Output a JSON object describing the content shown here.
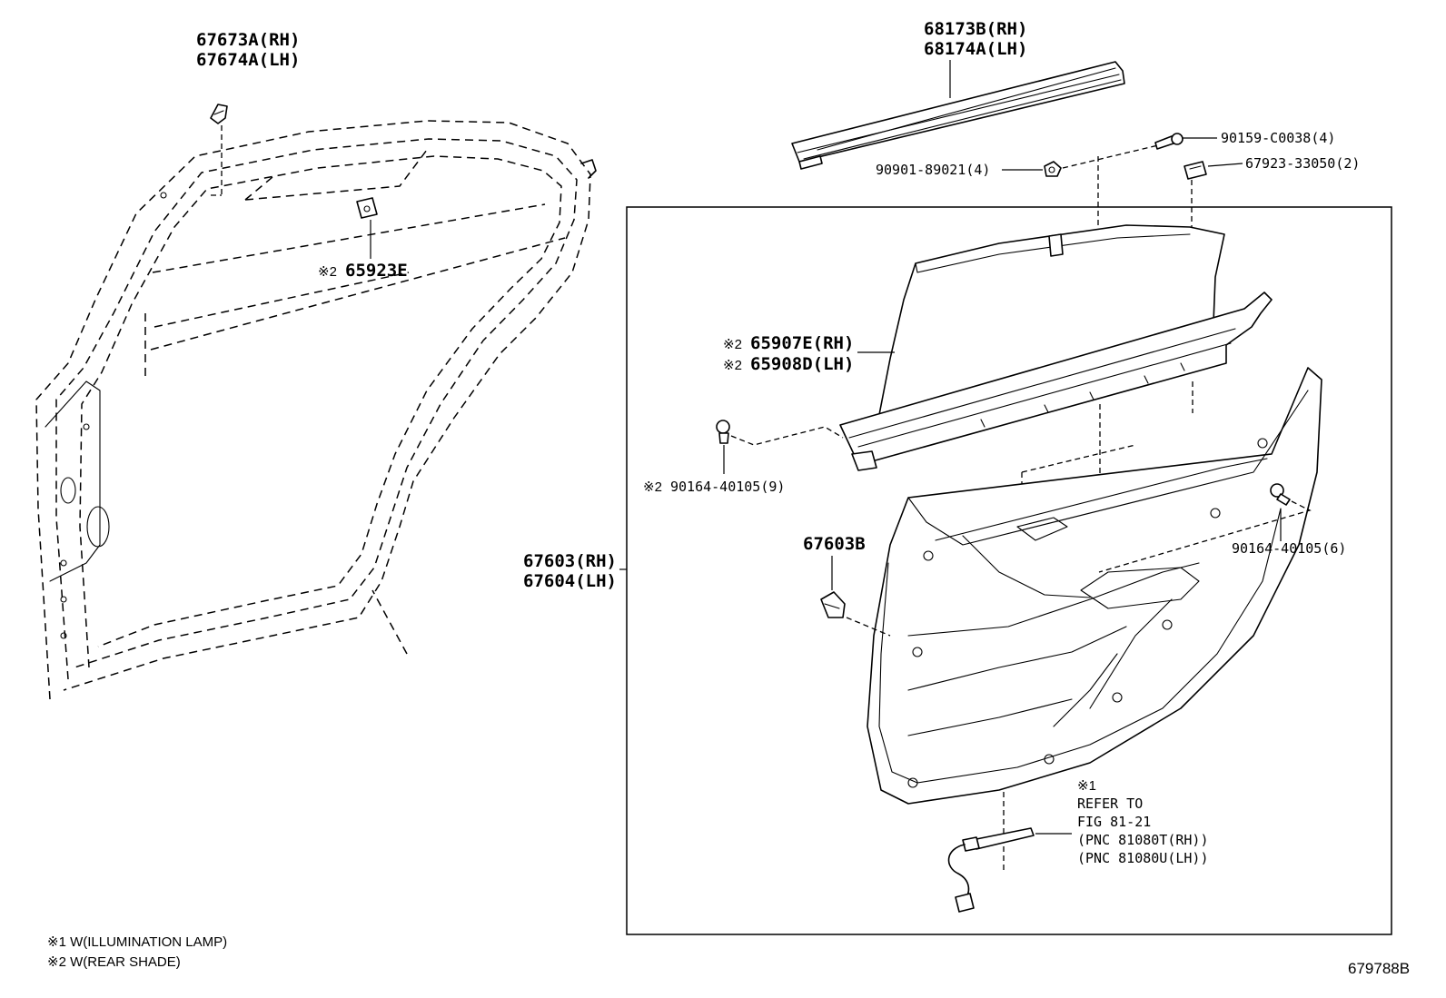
{
  "labels": {
    "hook_rh": "67673A(RH)",
    "hook_lh": "67674A(LH)",
    "clip_mark": "※2",
    "clip_part": "65923E",
    "weatherstrip_rh": "68173B(RH)",
    "weatherstrip_lh": "68174A(LH)",
    "screw": "90159-C0038(4)",
    "nut": "90901-89021(4)",
    "cap": "67923-33050(2)",
    "shade_mark_1": "※2",
    "shade_rh": "65907E(RH)",
    "shade_mark_2": "※2",
    "shade_lh": "65908D(LH)",
    "screw9_mark": "※2",
    "screw9": "90164-40105(9)",
    "clip_b": "67603B",
    "panel_rh": "67603(RH)",
    "panel_lh": "67604(LH)",
    "screw6": "90164-40105(6)",
    "lamp_note_mark": "※1",
    "lamp_note_line1": "REFER TO",
    "lamp_note_line2": "FIG 81-21",
    "lamp_note_line3": "(PNC 81080T(RH))",
    "lamp_note_line4": "(PNC 81080U(LH))"
  },
  "footnotes": {
    "note1": "※1 W(ILLUMINATION LAMP)",
    "note2": "※2 W(REAR SHADE)"
  },
  "page_number": "679788B"
}
